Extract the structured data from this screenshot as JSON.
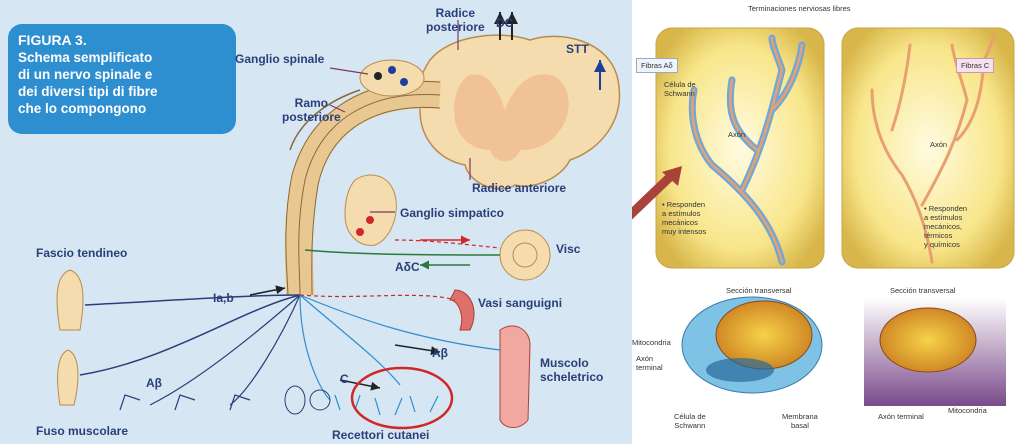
{
  "figure": {
    "title": "FIGURA 3.",
    "subtitle_lines": [
      "Schema semplificato",
      "di un nervo spinale e",
      "dei diversi tipi di fibre",
      "che lo compongono"
    ]
  },
  "left_labels": {
    "radice_posteriore": [
      "Radice",
      "posteriore"
    ],
    "dc": "DC",
    "stt": "STT",
    "ganglio_spinale": "Ganglio spinale",
    "ramo_posteriore": [
      "Ramo",
      "posteriore"
    ],
    "radice_anteriore": "Radice anteriore",
    "ganglio_simpatico": "Ganglio simpatico",
    "visceri": "Visc",
    "adelta_c": "AδC",
    "fascio_tendineo": "Fascio tendineo",
    "iab": "Ia,b",
    "vasi_sanguigni": "Vasi sanguigni",
    "abeta_top": "Aβ",
    "abeta_left": "Aβ",
    "c_label": "C",
    "muscolo": [
      "Muscolo",
      "scheletrico"
    ],
    "fuso": "Fuso muscolare",
    "recettori": "Recettori cutanei"
  },
  "right": {
    "header": "Terminaciones nerviosas libres",
    "tag_left": "Fibras Aδ",
    "tag_right": "Fibras C",
    "celula_schwann": [
      "Célula de",
      "Schwann"
    ],
    "axon": "Axón",
    "axon_right": "Axón",
    "note_left": [
      "• Responden",
      "a estímulos",
      "mecánicos",
      "muy intensos"
    ],
    "note_right": [
      "• Responden",
      "a estímulos",
      "mecánicos,",
      "térmicos",
      "y químicos"
    ],
    "section_left": "Sección transversal",
    "section_right": "Sección transversal",
    "mitocondria_left": "Mitocondria",
    "axon_terminal_left": [
      "Axón",
      "terminal"
    ],
    "celula_bottom": [
      "Célula de",
      "Schwann"
    ],
    "membrana": [
      "Membrana",
      "basal"
    ],
    "axon_terminal_right": "Axón terminal",
    "mitocondria_right": "Mitocondria"
  },
  "colors": {
    "left_bg": "#d6e6f2",
    "figure_box": "#2e8fd0",
    "label_text": "#2a3f7a",
    "arrow_brown": "#a8433a",
    "highlight_circle": "#d02828"
  }
}
